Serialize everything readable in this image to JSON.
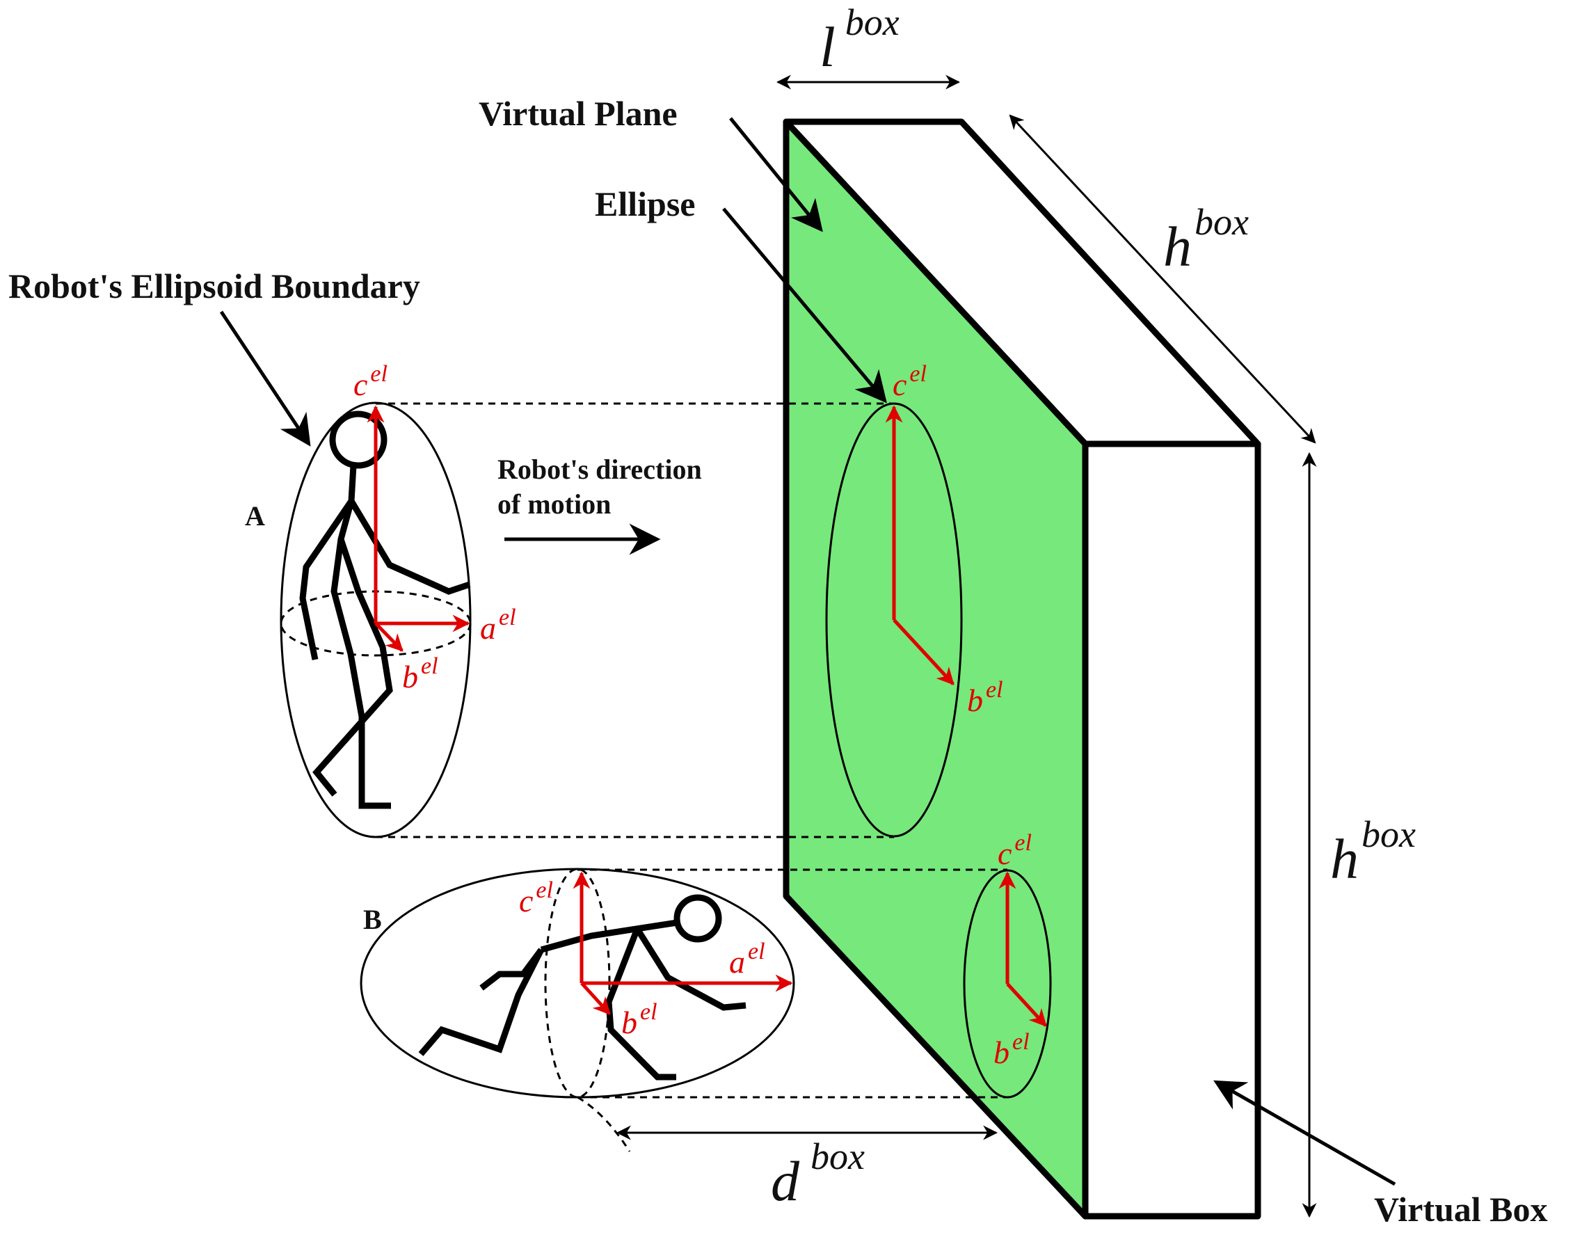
{
  "labels": {
    "robots_ellipsoid_boundary": "Robot's Ellipsoid Boundary",
    "virtual_plane": "Virtual Plane",
    "ellipse": "Ellipse",
    "direction_line1": "Robot's direction",
    "direction_line2": "of motion",
    "virtual_box": "Virtual Box",
    "pose_a": "A",
    "pose_b": "B"
  },
  "dimensions": {
    "l": {
      "base": "l",
      "sup": "box"
    },
    "h_depth": {
      "base": "h",
      "sup": "box"
    },
    "h_height": {
      "base": "h",
      "sup": "box"
    },
    "d": {
      "base": "d",
      "sup": "box"
    }
  },
  "axes": {
    "c": {
      "base": "c",
      "sup": "el"
    },
    "a": {
      "base": "a",
      "sup": "el"
    },
    "b": {
      "base": "b",
      "sup": "el"
    }
  },
  "colors": {
    "plane_green": "#77e87b",
    "axis_red": "#e00000",
    "ink": "#000000"
  }
}
